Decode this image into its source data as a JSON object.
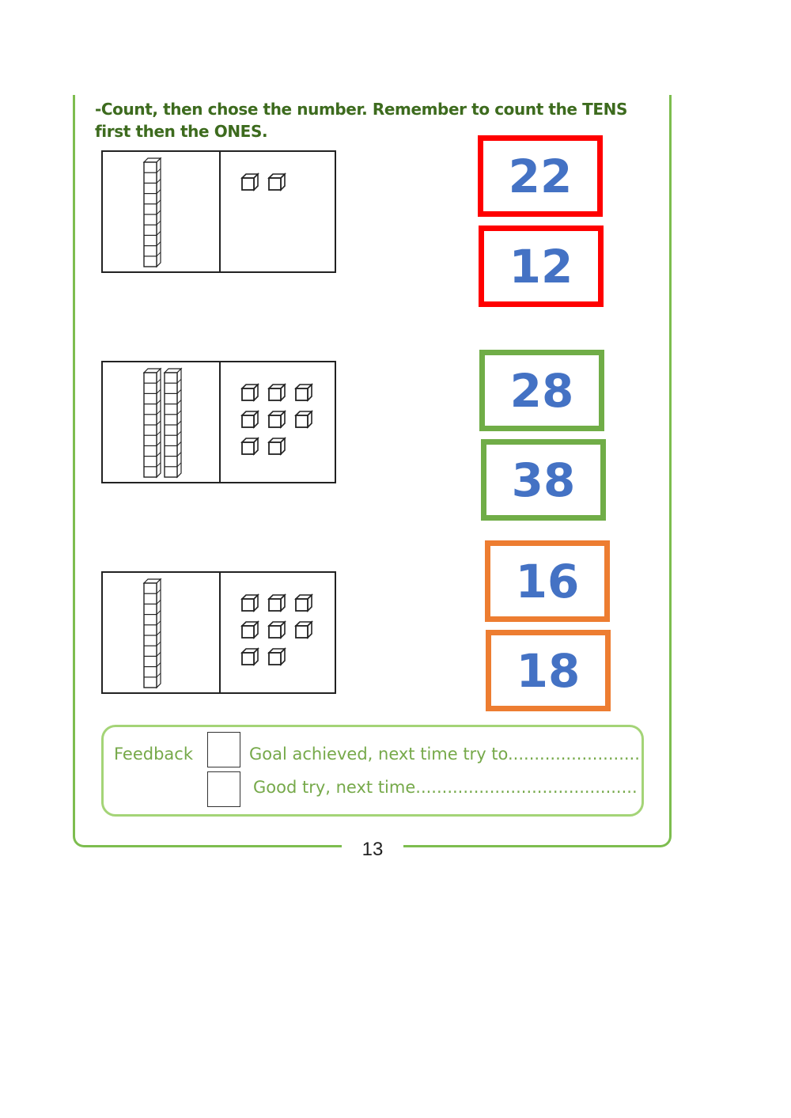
{
  "instructions": "-Count, then chose the number. Remember to count the TENS first then the ONES.",
  "colors": {
    "frame_green": "#7dbd4f",
    "number_blue": "#4472c4",
    "red_option": "#ff0000",
    "green_option": "#70ad47",
    "orange_option": "#ed7d31",
    "feedback_text": "#76a94a"
  },
  "questions": [
    {
      "tens": 1,
      "ones": 2,
      "options": [
        {
          "label": "22",
          "color": "#ff0000"
        },
        {
          "label": "12",
          "color": "#ff0000"
        }
      ]
    },
    {
      "tens": 2,
      "ones": 8,
      "options": [
        {
          "label": "28",
          "color": "#70ad47"
        },
        {
          "label": "38",
          "color": "#70ad47"
        }
      ]
    },
    {
      "tens": 1,
      "ones": 8,
      "options": [
        {
          "label": "16",
          "color": "#ed7d31"
        },
        {
          "label": "18",
          "color": "#ed7d31"
        }
      ]
    }
  ],
  "feedback": {
    "label": "Feedback",
    "line1": "Goal achieved, next time try to.........................",
    "line2": "Good try, next time.........................................."
  },
  "page_number": "13"
}
